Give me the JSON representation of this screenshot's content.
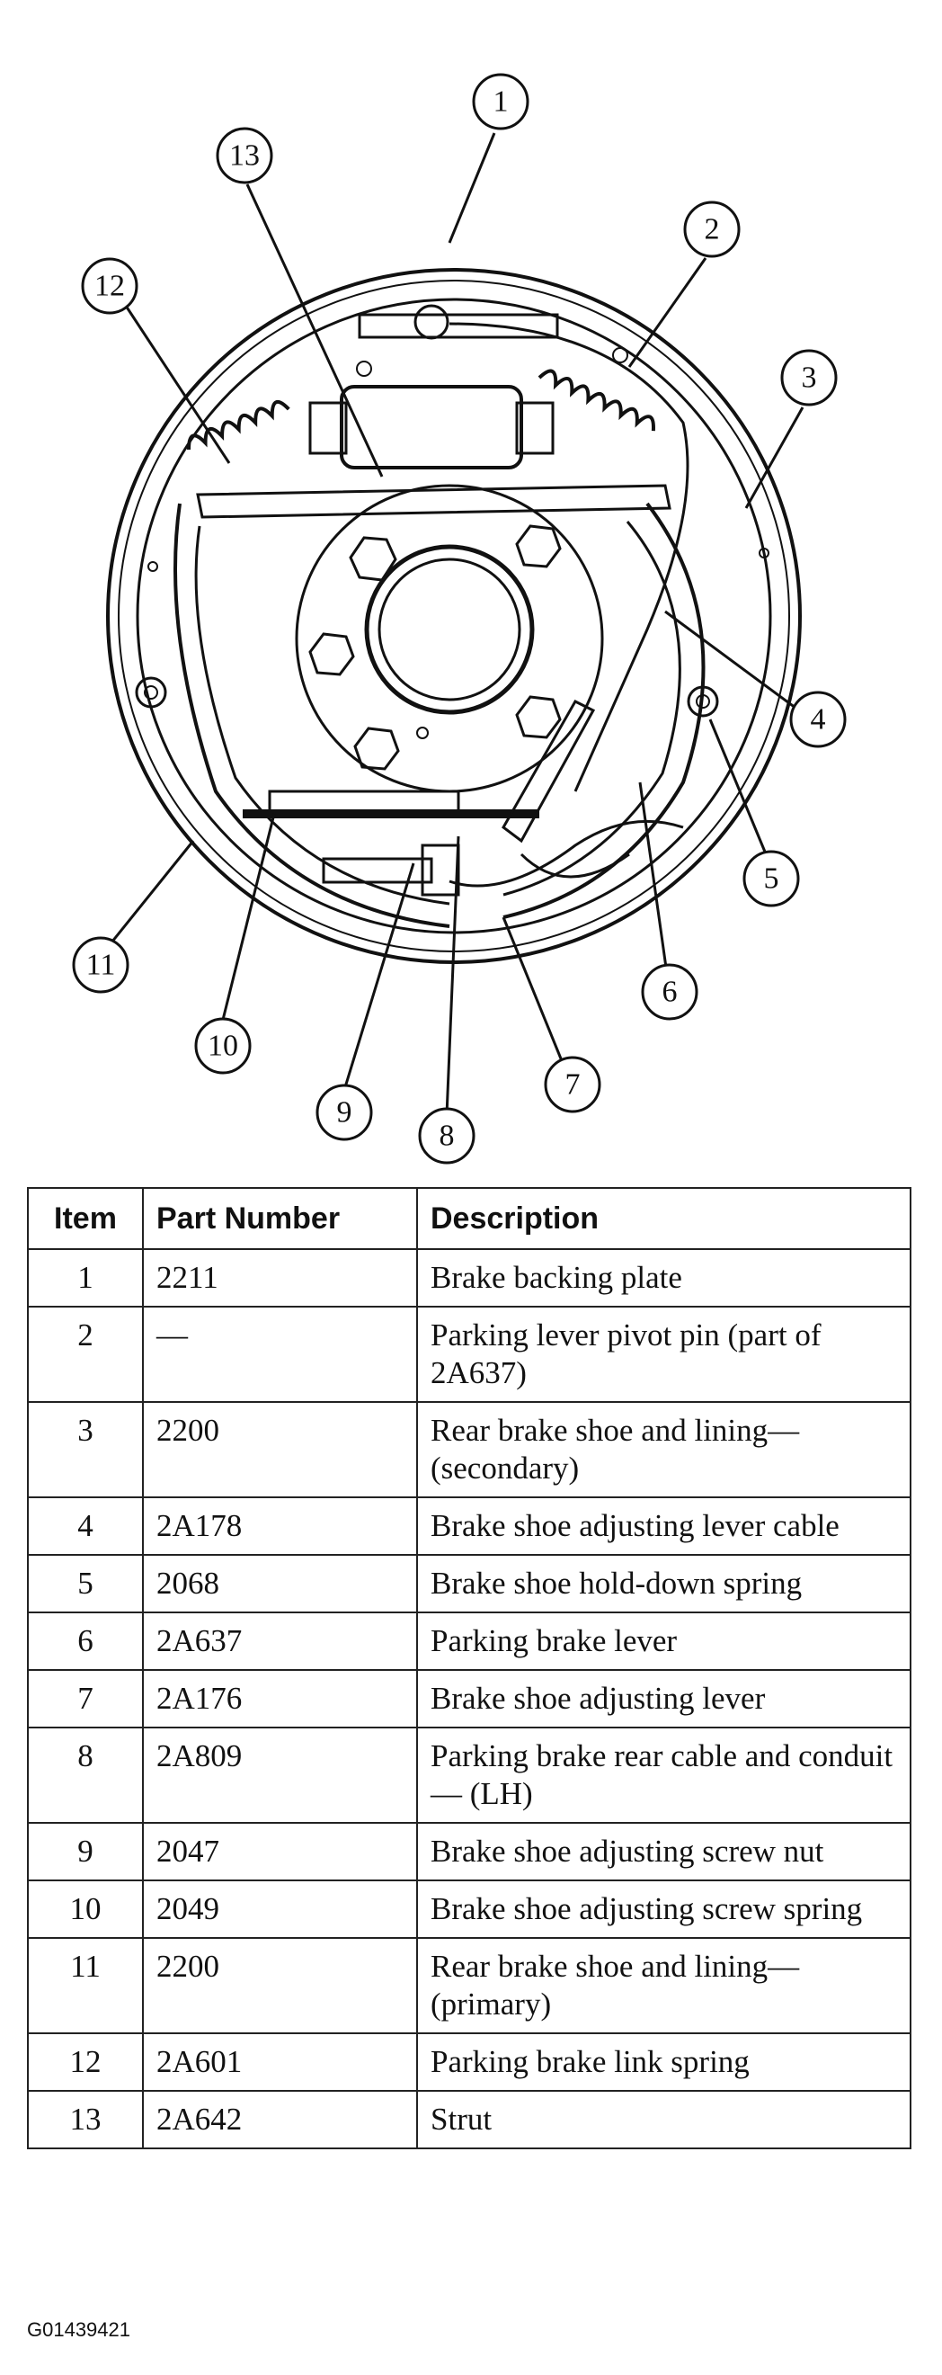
{
  "callouts": [
    "1",
    "2",
    "3",
    "4",
    "5",
    "6",
    "7",
    "8",
    "9",
    "10",
    "11",
    "12",
    "13"
  ],
  "table": {
    "headers": {
      "item": "Item",
      "part_number": "Part Number",
      "description": "Description"
    },
    "rows": [
      {
        "item": "1",
        "part": "2211",
        "desc": "Brake backing plate"
      },
      {
        "item": "2",
        "part": "—",
        "desc": "Parking lever pivot pin (part of 2A637)"
      },
      {
        "item": "3",
        "part": "2200",
        "desc": "Rear brake shoe and lining— (secondary)"
      },
      {
        "item": "4",
        "part": "2A178",
        "desc": "Brake shoe adjusting lever cable"
      },
      {
        "item": "5",
        "part": "2068",
        "desc": "Brake shoe hold-down spring"
      },
      {
        "item": "6",
        "part": "2A637",
        "desc": "Parking brake lever"
      },
      {
        "item": "7",
        "part": "2A176",
        "desc": "Brake shoe adjusting lever"
      },
      {
        "item": "8",
        "part": "2A809",
        "desc": "Parking brake rear cable and conduit— (LH)"
      },
      {
        "item": "9",
        "part": "2047",
        "desc": "Brake shoe adjusting screw nut"
      },
      {
        "item": "10",
        "part": "2049",
        "desc": "Brake shoe adjusting screw spring"
      },
      {
        "item": "11",
        "part": "2200",
        "desc": "Rear brake shoe and lining— (primary)"
      },
      {
        "item": "12",
        "part": "2A601",
        "desc": "Parking brake link spring"
      },
      {
        "item": "13",
        "part": "2A642",
        "desc": "Strut"
      }
    ]
  },
  "figure_code": "G01439421"
}
